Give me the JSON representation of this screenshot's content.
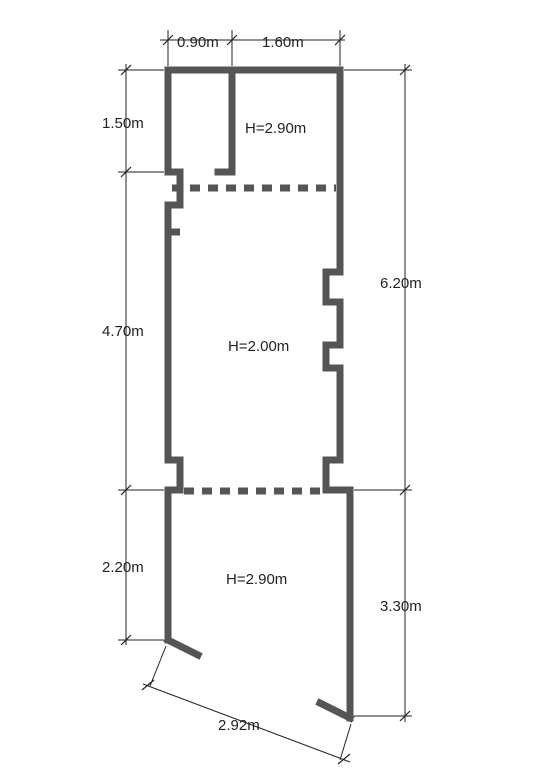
{
  "dimensions": {
    "top_left_width": "0.90m",
    "top_right_width": "1.60m",
    "left_top_height": "1.50m",
    "left_middle_height": "4.70m",
    "left_bottom_height": "2.20m",
    "right_upper_height": "6.20m",
    "right_lower_height": "3.30m",
    "bottom_diagonal": "2.92m"
  },
  "rooms": {
    "top": "H=2.90m",
    "middle": "H=2.00m",
    "bottom": "H=2.90m"
  },
  "colors": {
    "wall": "#555555",
    "dimension_line": "#222222"
  }
}
